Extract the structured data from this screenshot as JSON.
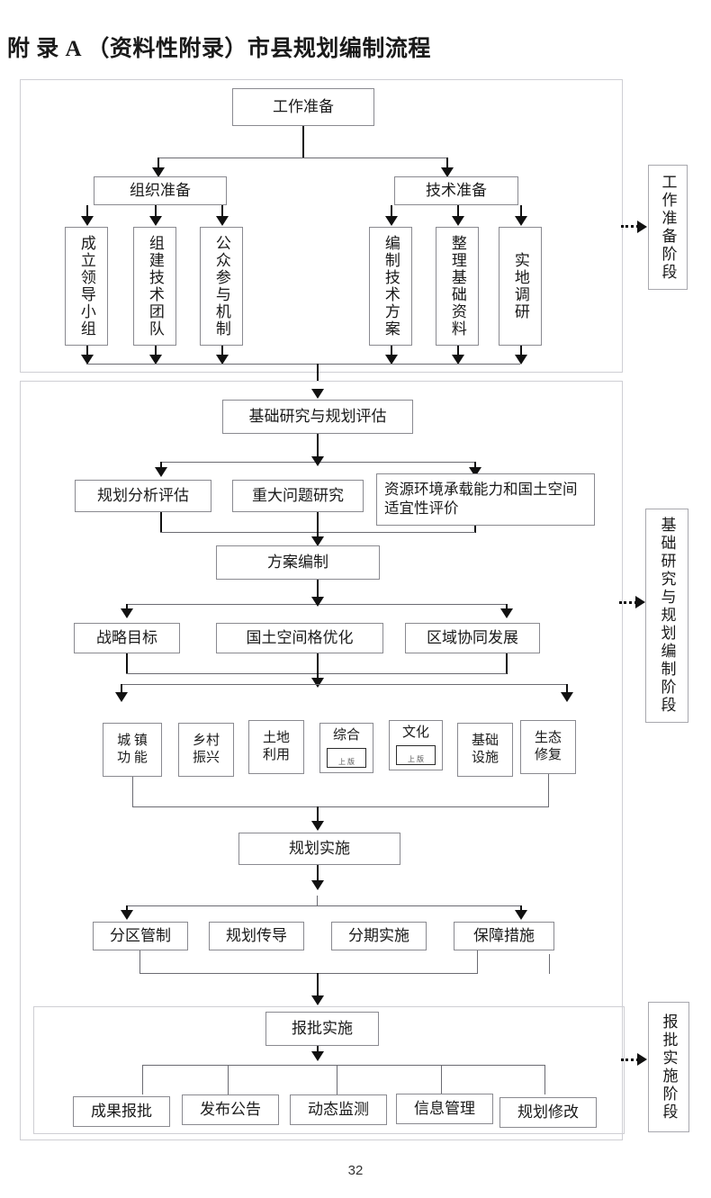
{
  "document": {
    "title": "附 录 A （资料性附录）市县规划编制流程",
    "page_number": "32"
  },
  "colors": {
    "frame_border": "#cfcfd4",
    "node_border": "#8a8a90",
    "line": "#111111",
    "thin_line": "#6b6b72",
    "background": "#ffffff",
    "text": "#1a1a1a"
  },
  "stages": [
    {
      "id": "stage-1",
      "label": "工作准备阶段"
    },
    {
      "id": "stage-2",
      "label": "基础研究与规划编制阶段"
    },
    {
      "id": "stage-3",
      "label": "报批实施阶段"
    }
  ],
  "section1": {
    "root": "工作准备",
    "branches": [
      {
        "label": "组织准备"
      },
      {
        "label": "技术准备"
      }
    ],
    "organization_tasks": [
      {
        "label": "成立领导小组"
      },
      {
        "label": "组建技术团队"
      },
      {
        "label": "公众参与机制"
      }
    ],
    "technical_tasks": [
      {
        "label": "编制技术方案"
      },
      {
        "label": "整理基础资料"
      },
      {
        "label": "实地调研"
      }
    ]
  },
  "section2": {
    "research_root": "基础研究与规划评估",
    "research_items": [
      {
        "label": "规划分析评估"
      },
      {
        "label": "重大问题研究"
      },
      {
        "label": "资源环境承载能力和国土空间适宜性评价"
      }
    ],
    "scheme_root": "方案编制",
    "scheme_items": [
      {
        "label": "战略目标"
      },
      {
        "label": "国土空间格优化"
      },
      {
        "label": "区域协同发展"
      }
    ],
    "themes": [
      {
        "line1": "城 镇",
        "line2": "功 能",
        "artifact": ""
      },
      {
        "line1": "乡村",
        "line2": "振兴",
        "artifact": ""
      },
      {
        "line1": "土地",
        "line2": "利用",
        "artifact": ""
      },
      {
        "line1": "综合",
        "line2": "",
        "artifact": "上 版"
      },
      {
        "line1": "文化",
        "line2": "",
        "artifact": "上 版"
      },
      {
        "line1": "基础",
        "line2": "设施",
        "artifact": ""
      },
      {
        "line1": "生态",
        "line2": "修复",
        "artifact": ""
      }
    ],
    "implementation_root": "规划实施",
    "implementation_items": [
      {
        "label": "分区管制"
      },
      {
        "label": "规划传导"
      },
      {
        "label": "分期实施"
      },
      {
        "label": "保障措施"
      }
    ]
  },
  "section3": {
    "root": "报批实施",
    "items": [
      {
        "label": "成果报批"
      },
      {
        "label": "发布公告"
      },
      {
        "label": "动态监测"
      },
      {
        "label": "信息管理"
      },
      {
        "label": "规划修改"
      }
    ]
  }
}
